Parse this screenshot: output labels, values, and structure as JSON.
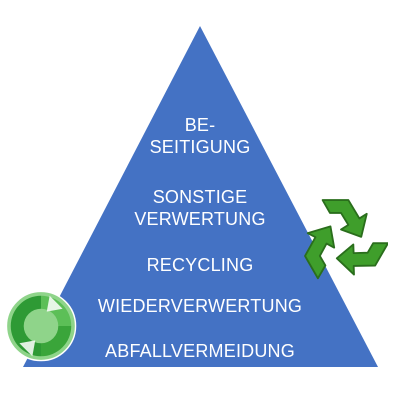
{
  "pyramid": {
    "fill_color": "#4472c4",
    "levels": [
      {
        "lines": [
          "BE-",
          "SEITIGUNG"
        ]
      },
      {
        "lines": [
          "SONSTIGE",
          "VERWERTUNG"
        ]
      },
      {
        "lines": [
          "RECYCLING"
        ]
      },
      {
        "lines": [
          "WIEDERVERWERTUNG"
        ]
      },
      {
        "lines": [
          "ABFALLVERMEIDUNG"
        ]
      }
    ]
  },
  "icons": {
    "recycle": {
      "name": "recycle-icon",
      "color": "#3f9e2b"
    },
    "green_dot": {
      "name": "green-dot-icon",
      "color": "#3aa53a"
    }
  }
}
